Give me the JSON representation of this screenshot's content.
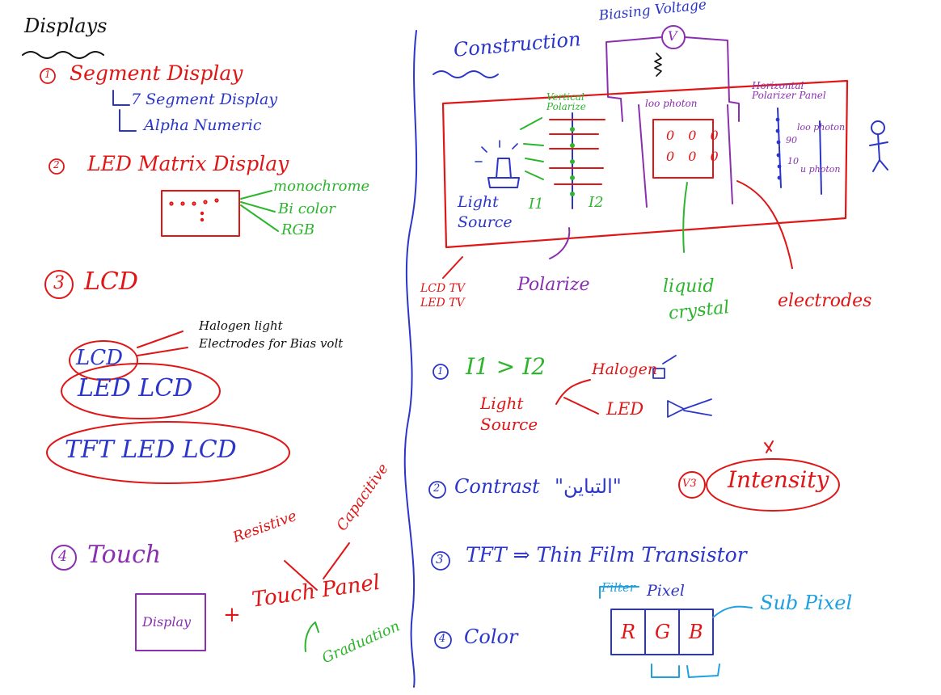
{
  "left": {
    "title": "Displays",
    "item1": {
      "num": "1",
      "label": "Segment Display",
      "sub1": "7 Segment Display",
      "sub2": "Alpha Numeric"
    },
    "item2": {
      "num": "2",
      "label": "LED Matrix Display",
      "types": [
        "monochrome",
        "Bi color",
        "RGB"
      ]
    },
    "item3": {
      "num": "3",
      "label": "LCD",
      "lcd": "LCD",
      "led_lcd": "LED LCD",
      "tft": "TFT LED LCD",
      "note1": "Halogen light",
      "note2": "Electrodes for Bias volt"
    },
    "item4": {
      "num": "4",
      "label": "Touch",
      "display_box": "Display",
      "plus": "+",
      "panel": "Touch Panel",
      "resistive": "Resistive",
      "capacitive": "Capacitive",
      "graduation": "Graduation"
    }
  },
  "right": {
    "construction": "Construction",
    "biasing": "Biasing Voltage",
    "volt_symbol": "V",
    "vertical_polarizer": "Vertical Polarize",
    "horizontal_polarizer": "Horizontal Polarizer Panel",
    "photon_top": "loo photon",
    "photon_90": "90",
    "photon_10": "10",
    "photon_label1": "loo photon",
    "photon_label2": "u photon",
    "light_source": "Light Source",
    "i1": "I1",
    "i2": "I2",
    "lcd_tv": "LCD TV",
    "led_tv": "LED TV",
    "polarize": "Polarize",
    "liquid": "liquid",
    "crystal": "crystal",
    "electrodes": "electrodes",
    "n1_compare": "I1 > I2",
    "light_source2": "Light Source",
    "halogen": "Halogen",
    "led": "LED",
    "n2_contrast": "Contrast",
    "arabic": "\"التباين\"",
    "intensity": "Intensity",
    "v3": "V3",
    "n3_tft": "TFT ⇒ Thin Film Transistor",
    "n4_color": "Color",
    "filter": "Filter",
    "pixel": "Pixel",
    "sub_pixel": "Sub Pixel",
    "rgb": [
      "R",
      "G",
      "B"
    ]
  }
}
